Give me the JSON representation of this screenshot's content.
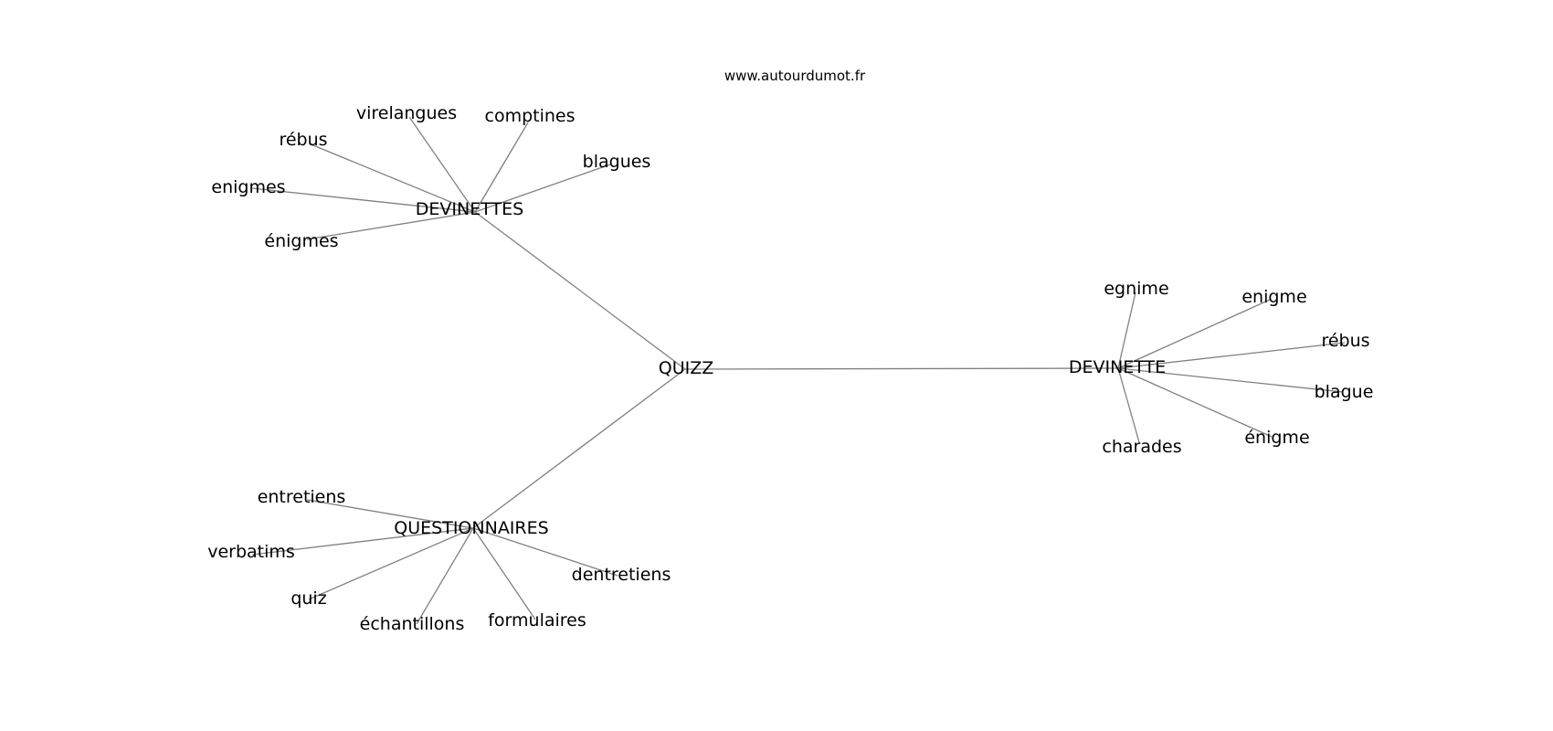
{
  "watermark": "www.autourdumot.fr",
  "graph": {
    "root": "QUIZZ",
    "hubs": {
      "devinettes": "DEVINETTES",
      "questionnaires": "QUESTIONNAIRES",
      "devinette": "DEVINETTE"
    },
    "devinettes_children": [
      "virelangues",
      "comptines",
      "rébus",
      "blagues",
      "enigmes",
      "énigmes"
    ],
    "questionnaires_children": [
      "entretiens",
      "verbatims",
      "quiz",
      "échantillons",
      "formulaires",
      "dentretiens"
    ],
    "devinette_children": [
      "egnime",
      "enigme",
      "rébus",
      "blague",
      "énigme",
      "charades"
    ]
  },
  "colors": {
    "edge": "#808080",
    "label": "#000000"
  }
}
